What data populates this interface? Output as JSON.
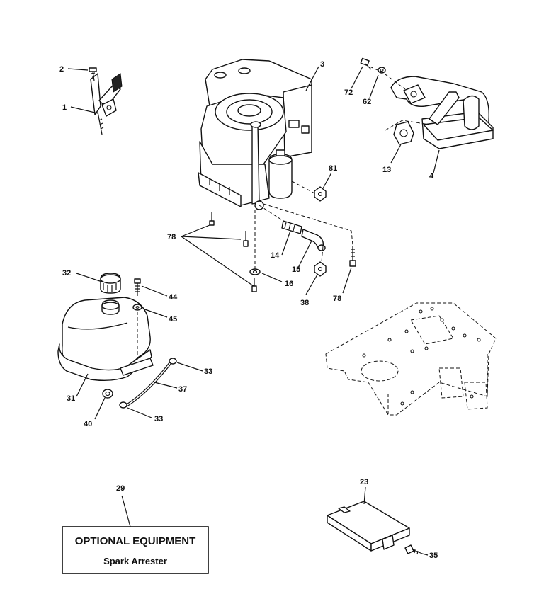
{
  "callouts": [
    {
      "id": "c1",
      "text": "1"
    },
    {
      "id": "c2",
      "text": "2"
    },
    {
      "id": "c3",
      "text": "3"
    },
    {
      "id": "c72",
      "text": "72"
    },
    {
      "id": "c62",
      "text": "62"
    },
    {
      "id": "c13",
      "text": "13"
    },
    {
      "id": "c4",
      "text": "4"
    },
    {
      "id": "c81",
      "text": "81"
    },
    {
      "id": "c78a",
      "text": "78"
    },
    {
      "id": "c14",
      "text": "14"
    },
    {
      "id": "c15",
      "text": "15"
    },
    {
      "id": "c16",
      "text": "16"
    },
    {
      "id": "c38",
      "text": "38"
    },
    {
      "id": "c78b",
      "text": "78"
    },
    {
      "id": "c32",
      "text": "32"
    },
    {
      "id": "c44",
      "text": "44"
    },
    {
      "id": "c45",
      "text": "45"
    },
    {
      "id": "c31",
      "text": "31"
    },
    {
      "id": "c33a",
      "text": "33"
    },
    {
      "id": "c37",
      "text": "37"
    },
    {
      "id": "c40",
      "text": "40"
    },
    {
      "id": "c33b",
      "text": "33"
    },
    {
      "id": "c29",
      "text": "29"
    },
    {
      "id": "c23",
      "text": "23"
    },
    {
      "id": "c35",
      "text": "35"
    }
  ],
  "optional_box": {
    "title": "OPTIONAL EQUIPMENT",
    "item": "Spark Arrester"
  }
}
